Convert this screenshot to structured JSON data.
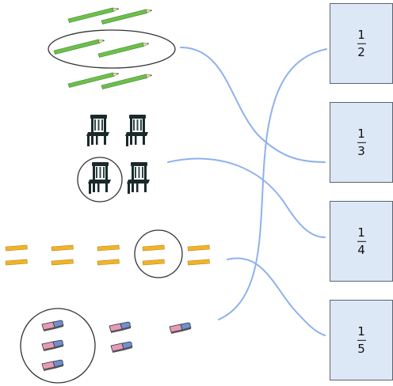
{
  "groups": [
    {
      "name": "pencils",
      "total": 6,
      "circled": 2,
      "icon": "green-pencil-icon",
      "color": "#6cc04a"
    },
    {
      "name": "chairs",
      "total": 4,
      "circled": 1,
      "icon": "chair-icon",
      "color": "#1a2a2a"
    },
    {
      "name": "sticks",
      "total": 10,
      "circled": 2,
      "icon": "yellow-stick-icon",
      "color": "#f2b328"
    },
    {
      "name": "erasers",
      "total": 6,
      "circled": 3,
      "icon": "eraser-icon",
      "color": "#e69ab8"
    }
  ],
  "fractions": [
    {
      "numerator": "1",
      "denominator": "2"
    },
    {
      "numerator": "1",
      "denominator": "3"
    },
    {
      "numerator": "1",
      "denominator": "4"
    },
    {
      "numerator": "1",
      "denominator": "5"
    }
  ],
  "connections": [
    {
      "group": "pencils",
      "fraction": "1/3"
    },
    {
      "group": "chairs",
      "fraction": "1/4"
    },
    {
      "group": "sticks",
      "fraction": "1/5"
    },
    {
      "group": "erasers",
      "fraction": "1/2"
    }
  ],
  "colors": {
    "line": "#8fb1ee",
    "box_fill": "#dde8f6",
    "box_border": "#5a6470",
    "circle": "#333333"
  }
}
